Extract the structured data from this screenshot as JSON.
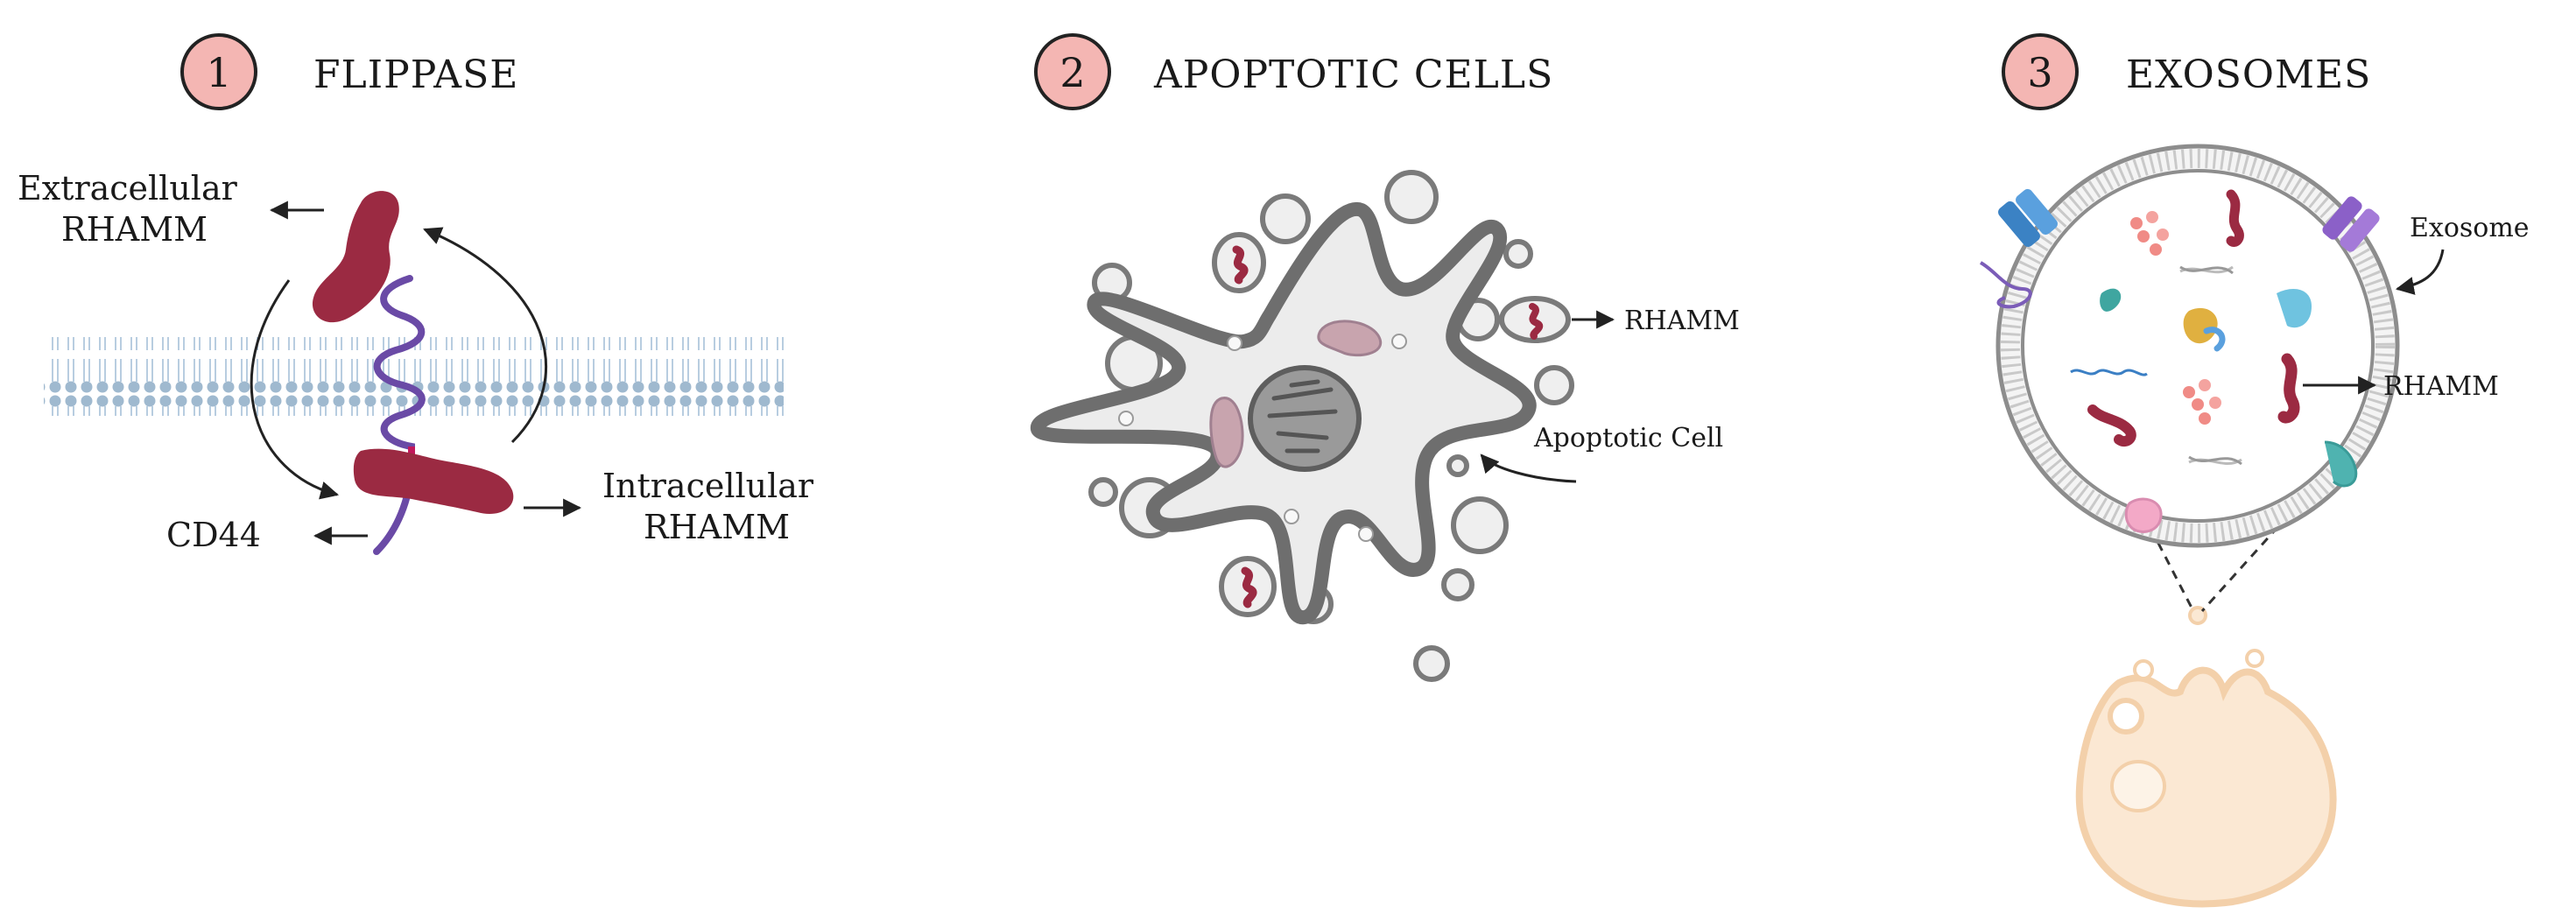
{
  "panels": [
    {
      "number": "1",
      "title": "FLIPPASE",
      "labels": {
        "extracellular_line1": "Extracellular",
        "extracellular_line2": "RHAMM",
        "cd44": "CD44",
        "intracellular_line1": "Intracellular",
        "intracellular_line2": "RHAMM"
      }
    },
    {
      "number": "2",
      "title": "APOPTOTIC CELLS",
      "labels": {
        "rhamm": "RHAMM",
        "apoptotic_cell": "Apoptotic Cell"
      }
    },
    {
      "number": "3",
      "title": "EXOSOMES",
      "labels": {
        "exosome": "Exosome",
        "rhamm": "RHAMM"
      }
    }
  ],
  "colors": {
    "badge_fill": "#f4b6b3",
    "rhamm": "#9b2a42",
    "membrane": "#a9c3d9",
    "cd44": "#6a4aa6",
    "cell_gray": "#6e6e6e",
    "exosome_border": "#8d8d8d",
    "parent_cell": "#f7d9b8"
  }
}
